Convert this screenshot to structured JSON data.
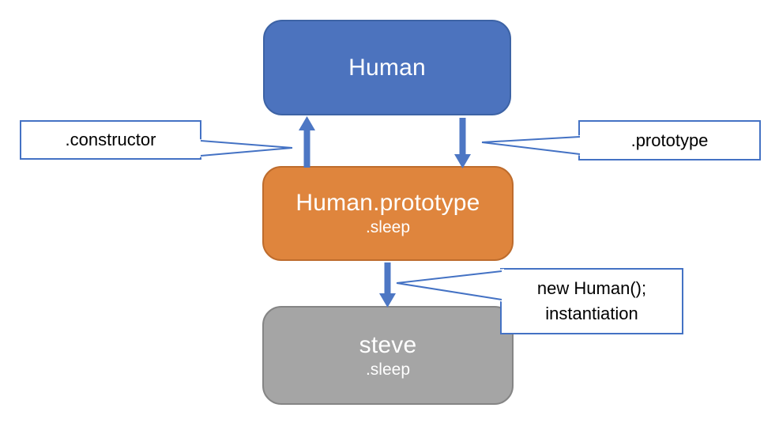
{
  "diagram": {
    "background": "#FFFFFF",
    "nodes": [
      {
        "label": "Human",
        "fill": "#4C73BE",
        "border": "#3D63A5",
        "text_color": "#FFFFFF"
      },
      {
        "label": "Human.prototype",
        "sublabel": ".sleep",
        "fill": "#DF853D",
        "border": "#BE6C2D",
        "text_color": "#FFFFFF"
      },
      {
        "label": "steve",
        "sublabel": ".sleep",
        "fill": "#A5A5A5",
        "border": "#858585",
        "text_color": "#FFFFFF"
      }
    ],
    "callouts": [
      {
        "label": ".constructor"
      },
      {
        "label": ".prototype"
      },
      {
        "line1": "new Human();",
        "line2": "instantiation"
      }
    ],
    "colors": {
      "arrow": "#4D77C4",
      "callout_border": "#4472C4",
      "callout_fill": "#FFFFFF",
      "callout_text": "#000000"
    }
  }
}
